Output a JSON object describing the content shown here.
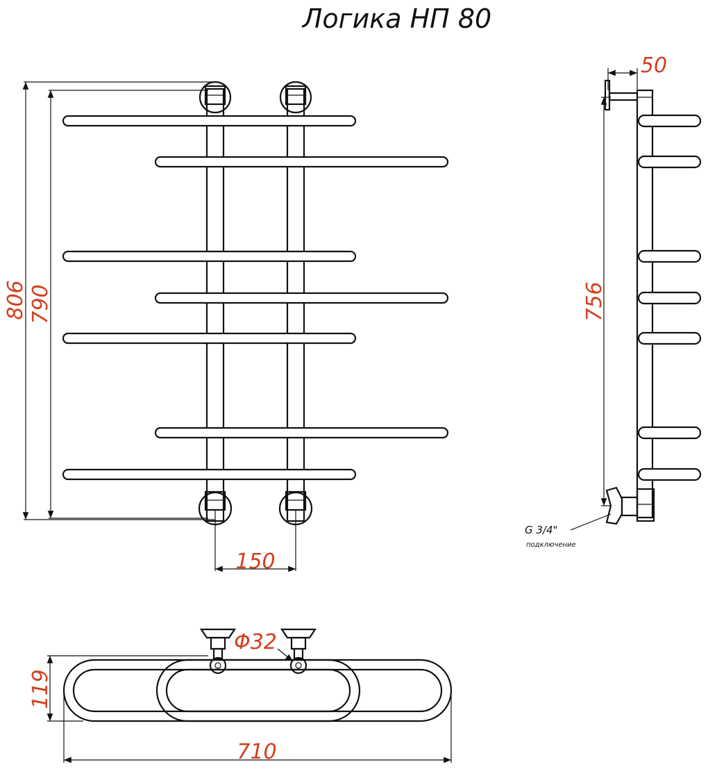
{
  "title": "Логика НП 80",
  "colors": {
    "line": "#111111",
    "dimension": "#d2401f"
  },
  "dimensions": {
    "height_total": "806",
    "height_mount": "790",
    "center_distance": "150",
    "wall_offset": "50",
    "side_height": "756",
    "depth": "119",
    "width": "710",
    "pipe_diameter": "Φ32"
  },
  "connection": {
    "thread": "G 3/4\"",
    "label": "подключение"
  }
}
